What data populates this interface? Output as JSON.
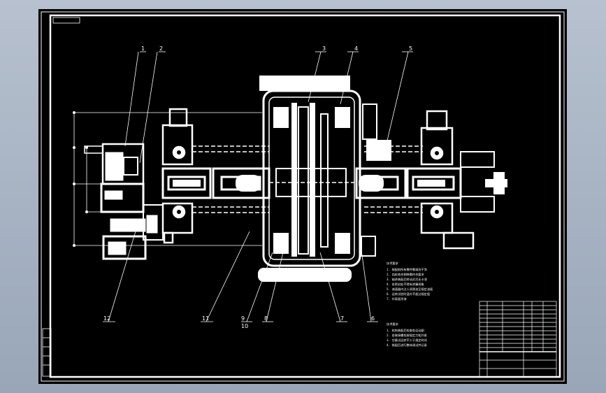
{
  "drawing": {
    "title_block_tag": "",
    "callouts": [
      "1",
      "2",
      "3",
      "4",
      "5",
      "12",
      "11",
      "10",
      "9",
      "8",
      "7",
      "6"
    ],
    "notes_1": {
      "heading": "技术要求",
      "lines": [
        "1. 装配前所有零件需清洗干净",
        "2. 齿轮啮合侧隙需符合要求",
        "3. 轴承装配后转动灵活无卡滞",
        "4. 各密封处不得有渗漏现象",
        "5. 减速器内注入润滑油至规定油面",
        "6. 运转试验时温升不超过规定值",
        "7. 外表面涂漆"
      ]
    },
    "notes_2": {
      "heading": "技术要求",
      "lines": [
        "1. 机构装配后检查各运动副",
        "2. 各联接螺栓按规定力矩拧紧",
        "3. 空载试运转不少于规定时间",
        "4. 装配后进行整体调试并记录"
      ]
    }
  }
}
